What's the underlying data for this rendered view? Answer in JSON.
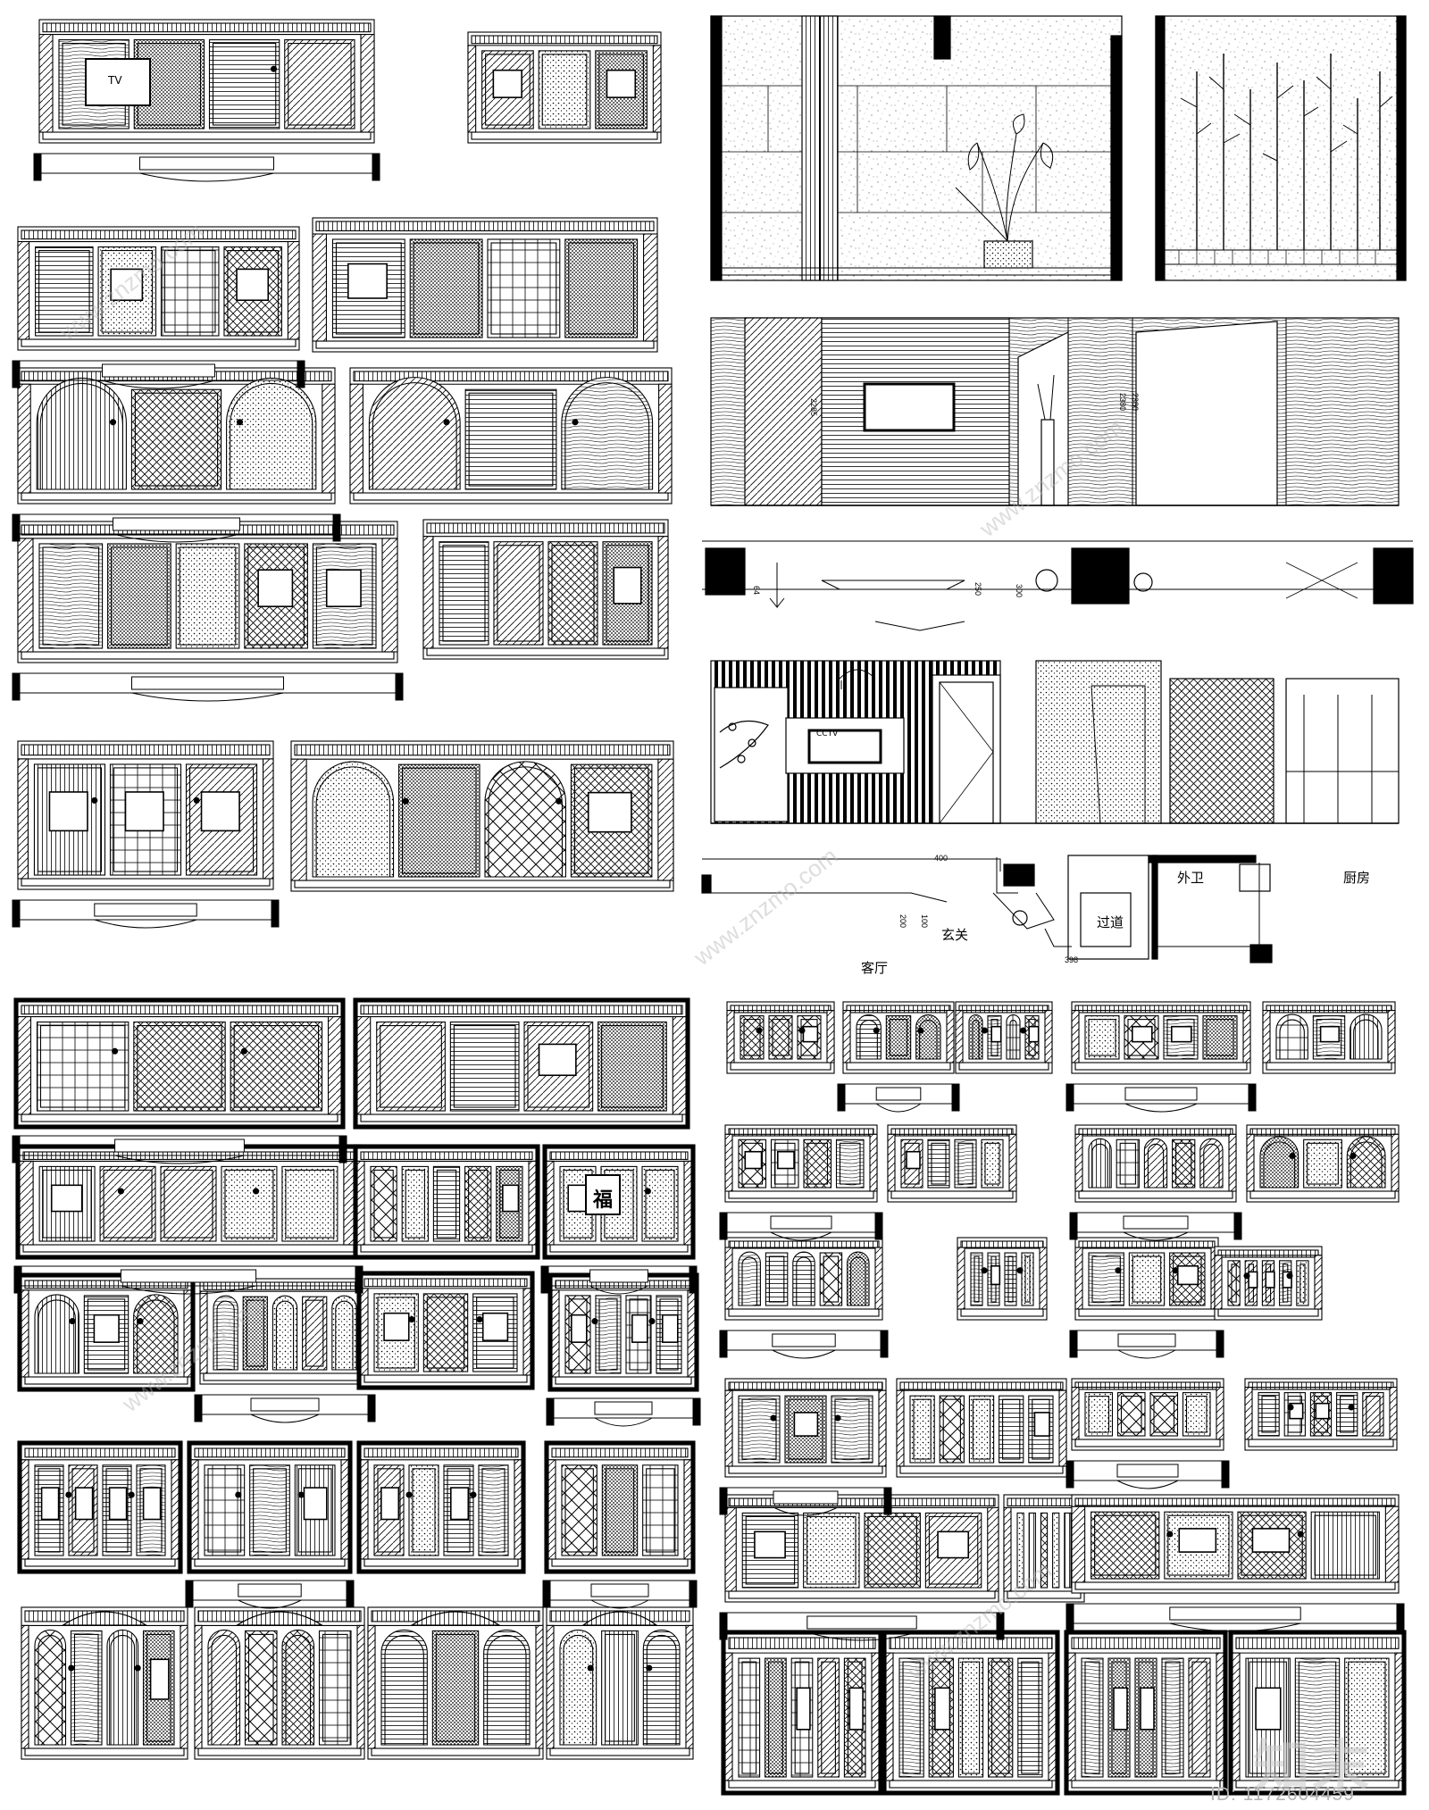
{
  "sheet": {
    "background": "#ffffff",
    "ink": "#000000",
    "watermark_color": "#bdbdbd"
  },
  "labels": {
    "tv": "TV",
    "cctv": "CCTV",
    "corridor": "过道",
    "entrance": "玄关",
    "guest_bath": "外卫",
    "kitchen": "厨房",
    "living_room": "客厅",
    "plaque": "福"
  },
  "dimensions": {
    "d2285": "2285",
    "d2380a": "2380",
    "d2380b": "2380",
    "d250": "250",
    "d300": "300",
    "d400": "400",
    "d200": "200",
    "d398": "398",
    "d100": "100",
    "d64": "64"
  },
  "watermark": {
    "logo": "知末",
    "id": "ID: 1172604459",
    "diagonal": "www.znzmo.com"
  }
}
